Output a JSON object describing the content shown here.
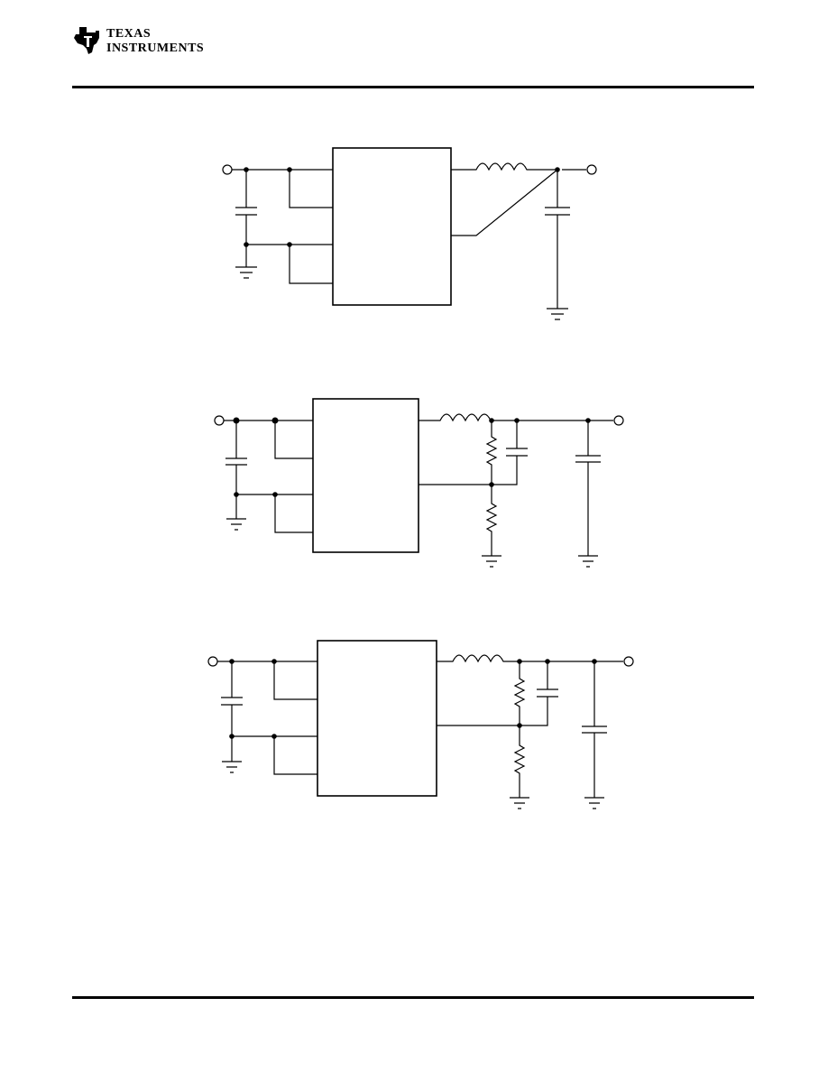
{
  "header": {
    "logo_line1": "TEXAS",
    "logo_line2": "INSTRUMENTS",
    "logo_icon": "ti-state-outline-icon"
  },
  "colors": {
    "ink": "#000000",
    "background": "#ffffff"
  },
  "diagrams": [
    {
      "id": "circuit-1"
    },
    {
      "id": "circuit-2"
    },
    {
      "id": "circuit-3"
    }
  ]
}
